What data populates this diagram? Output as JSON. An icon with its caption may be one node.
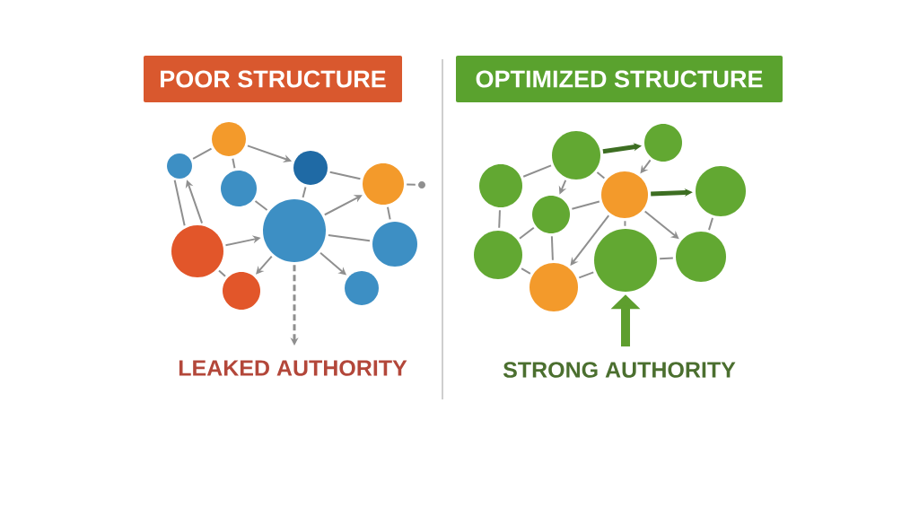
{
  "diagram": {
    "nodes": [
      {
        "text": [
          "POOR STRUCTURE"
        ]
      },
      {
        "text": [
          "OPTIMIZED STRUCTURE"
        ]
      },
      {
        "text": [],
        "shape": "circle"
      },
      {
        "text": [],
        "shape": "circle"
      },
      {
        "text": [],
        "shape": "circle"
      },
      {
        "text": [],
        "shape": "circle"
      },
      {
        "text": [],
        "shape": "circle"
      },
      {
        "text": [],
        "shape": "circle"
      },
      {
        "text": [],
        "shape": "circle"
      },
      {
        "text": [],
        "shape": "circle"
      },
      {
        "text": [],
        "shape": "circle"
      },
      {
        "text": [],
        "shape": "circle"
      },
      {
        "text": [],
        "shape": "circle"
      },
      {
        "text": [],
        "shape": "circle"
      },
      {
        "text": [],
        "shape": "circle"
      },
      {
        "text": [],
        "shape": "circle"
      },
      {
        "text": [],
        "shape": "circle"
      },
      {
        "text": [],
        "shape": "circle"
      },
      {
        "text": [],
        "shape": "circle"
      },
      {
        "text": [],
        "shape": "circle"
      },
      {
        "text": [],
        "shape": "circle"
      },
      {
        "text": [],
        "shape": "circle"
      },
      {
        "text": [],
        "shape": "circle"
      }
    ],
    "edges": [
      {
        "from": 3,
        "to": 2,
        "arrow": "none"
      },
      {
        "from": 2,
        "to": 4,
        "arrow": "none"
      },
      {
        "from": 2,
        "to": 5,
        "arrow": "to"
      },
      {
        "from": 7,
        "to": 3,
        "arrow": "none"
      },
      {
        "from": 7,
        "to": 3,
        "arrow": "to"
      },
      {
        "from": 7,
        "to": 8,
        "arrow": "to"
      },
      {
        "from": 4,
        "to": 8,
        "arrow": "none"
      },
      {
        "from": 5,
        "to": 8,
        "arrow": "none"
      },
      {
        "from": 8,
        "to": 6,
        "arrow": "to"
      },
      {
        "from": 5,
        "to": 6,
        "arrow": "none"
      },
      {
        "from": 6,
        "to": 9,
        "arrow": "none"
      },
      {
        "from": 8,
        "to": 9,
        "arrow": "none"
      },
      {
        "from": 8,
        "to": 10,
        "arrow": "to"
      },
      {
        "from": 8,
        "to": 11,
        "arrow": "to"
      },
      {
        "from": 7,
        "to": 10,
        "arrow": "none"
      },
      {
        "from": 8,
        "to": null,
        "arrow": "to",
        "style": "dashed"
      },
      {
        "from": 6,
        "to": 22,
        "arrow": "none"
      },
      {
        "from": 12,
        "to": 13,
        "arrow": "none"
      },
      {
        "from": 13,
        "to": 14,
        "arrow": "to",
        "style": "thick",
        "color": "#3d6e22"
      },
      {
        "from": 13,
        "to": 15,
        "arrow": "to"
      },
      {
        "from": 13,
        "to": 16,
        "arrow": "none"
      },
      {
        "from": 14,
        "to": 16,
        "arrow": "to"
      },
      {
        "from": 16,
        "to": 17,
        "arrow": "to",
        "style": "thick",
        "color": "#3d6e22"
      },
      {
        "from": 15,
        "to": 16,
        "arrow": "none"
      },
      {
        "from": 12,
        "to": 18,
        "arrow": "none"
      },
      {
        "from": 15,
        "to": 18,
        "arrow": "none"
      },
      {
        "from": 15,
        "to": 19,
        "arrow": "none"
      },
      {
        "from": 16,
        "to": 19,
        "arrow": "to"
      },
      {
        "from": 16,
        "to": 21,
        "arrow": "to"
      },
      {
        "from": 16,
        "to": 20,
        "arrow": "none"
      },
      {
        "from": 18,
        "to": 19,
        "arrow": "none"
      },
      {
        "from": 19,
        "to": 20,
        "arrow": "none"
      },
      {
        "from": 20,
        "to": 21,
        "arrow": "none"
      },
      {
        "from": 17,
        "to": 21,
        "arrow": "none"
      },
      {
        "from": null,
        "to": 20,
        "arrow": "to",
        "style": "thick",
        "color": "#5e9e2e"
      }
    ],
    "labels": [
      "LEAKED AUTHORITY",
      "STRONG AUTHORITY"
    ]
  }
}
